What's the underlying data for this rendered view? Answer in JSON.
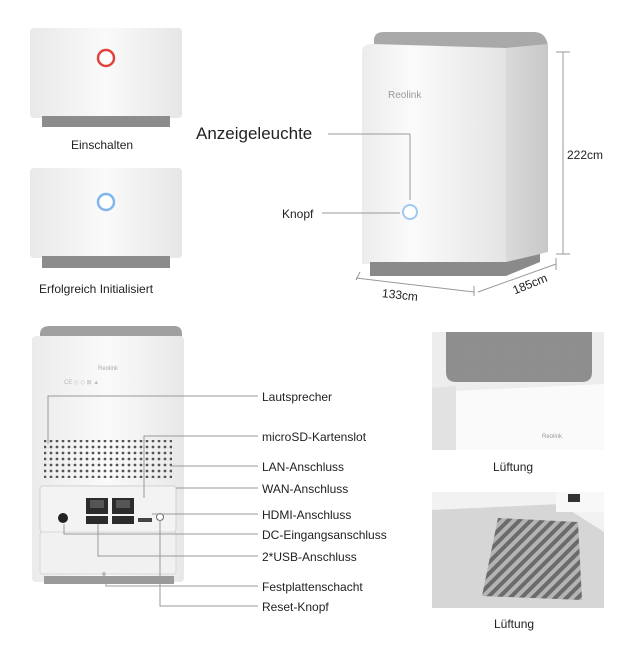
{
  "brand": "Reolink",
  "states": {
    "power_on": "Einschalten",
    "initialized": "Erfolgreich Initialisiert"
  },
  "front_view": {
    "indicator_label": "Anzeigeleuchte",
    "button_label": "Knopf",
    "height": "222cm",
    "width": "133cm",
    "depth": "185cm"
  },
  "rear_view": {
    "ports": [
      "Lautsprecher",
      "microSD-Kartenslot",
      "LAN-Anschluss",
      "WAN-Anschluss",
      "HDMI-Anschluss",
      "DC-Eingangsanschluss",
      "2*USB-Anschluss",
      "Festplattenschacht",
      "Reset-Knopf"
    ]
  },
  "vents": {
    "top_label": "Lüftung",
    "bottom_label": "Lüftung"
  },
  "colors": {
    "device_body": "#f4f4f4",
    "device_base": "#8c8c8c",
    "power_ring": "#e0433d",
    "init_ring": "#7fb6ee"
  }
}
